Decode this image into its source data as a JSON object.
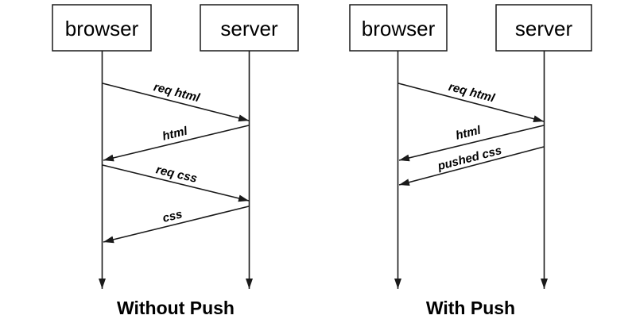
{
  "colors": {
    "line": "#1a1a1a",
    "text": "#000000",
    "background": "#ffffff"
  },
  "diagrams": [
    {
      "caption": "Without Push",
      "actors": [
        "browser",
        "server"
      ],
      "messages": [
        {
          "label": "req html",
          "from": "browser",
          "to": "server"
        },
        {
          "label": "html",
          "from": "server",
          "to": "browser"
        },
        {
          "label": "req css",
          "from": "browser",
          "to": "server"
        },
        {
          "label": "css",
          "from": "server",
          "to": "browser"
        }
      ]
    },
    {
      "caption": "With Push",
      "actors": [
        "browser",
        "server"
      ],
      "messages": [
        {
          "label": "req html",
          "from": "browser",
          "to": "server"
        },
        {
          "label": "html",
          "from": "server",
          "to": "browser"
        },
        {
          "label": "pushed css",
          "from": "server",
          "to": "browser"
        }
      ]
    }
  ]
}
